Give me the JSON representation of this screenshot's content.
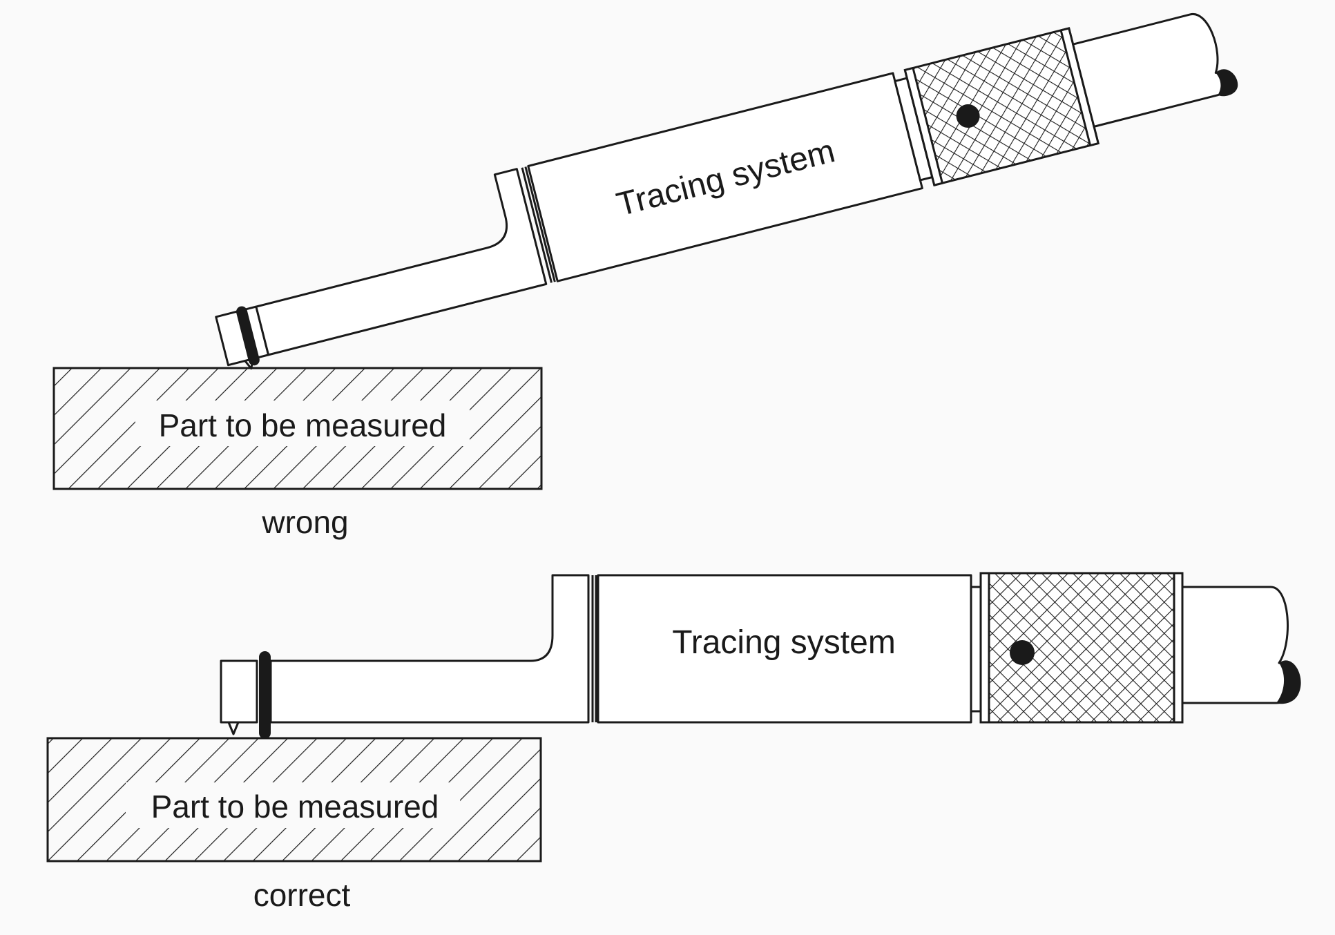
{
  "wrong_panel": {
    "part_label": "Part to be measured",
    "tracer_label": "Tracing system",
    "caption": "wrong"
  },
  "correct_panel": {
    "part_label": "Part to be measured",
    "tracer_label": "Tracing system",
    "caption": "correct"
  },
  "colors": {
    "ink": "#1a1a1a",
    "paper": "#fafafa"
  }
}
